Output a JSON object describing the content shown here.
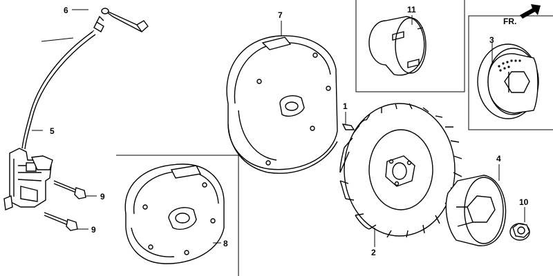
{
  "callouts": {
    "c1": "1",
    "c2": "2",
    "c3": "3",
    "c4": "4",
    "c5": "5",
    "c6": "6",
    "c7": "7",
    "c8": "8",
    "c9a": "9",
    "c9b": "9",
    "c10": "10",
    "c11": "11"
  },
  "direction_marker": "FR."
}
